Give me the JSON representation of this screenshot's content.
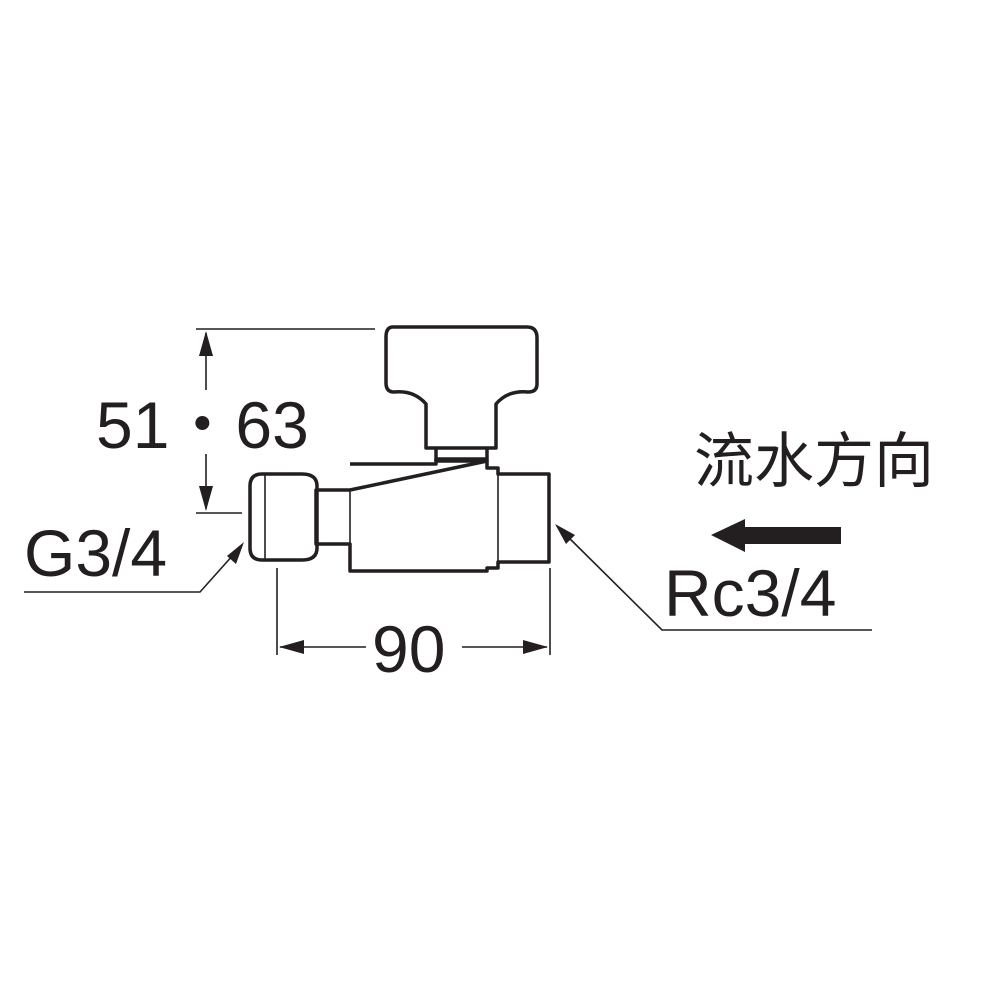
{
  "dimensions": {
    "height_label": "51・63",
    "width_label": "90"
  },
  "connections": {
    "inlet_label": "G3/4",
    "outlet_label": "Rc3/4"
  },
  "flow": {
    "label": "流水方向",
    "arrow_icon": "left-arrow-icon"
  }
}
